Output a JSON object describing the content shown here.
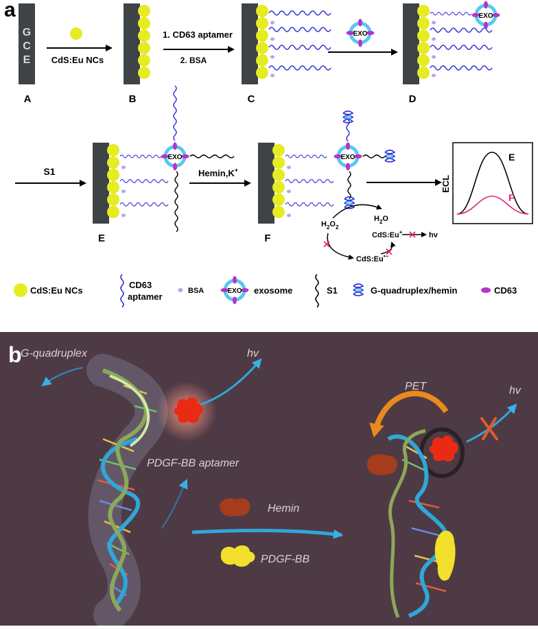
{
  "panel_a": {
    "letter": "a",
    "electrode_text": [
      "G",
      "C",
      "E"
    ],
    "stage_labels": [
      "A",
      "B",
      "C",
      "D",
      "E",
      "F"
    ],
    "arrow_ab": "CdS:Eu NCs",
    "arrow_bc_1": "1. CD63 aptamer",
    "arrow_bc_2": "2. BSA",
    "exo": "EXO",
    "arrow_s1": "S1",
    "arrow_hemin": "Hemin,K",
    "arrow_hemin_sup": "+",
    "ecl_axis": "ECL",
    "ecl_curve_e": "E",
    "ecl_curve_f": "F",
    "reaction": {
      "h2o2": "H",
      "h2o2_sub": "2",
      "h2o2_mid": "O",
      "h2o2_sub2": "2",
      "h2o": "H",
      "h2o_sub": "2",
      "h2o_tail": "O",
      "cds_eu_plus": "CdS:Eu",
      "cds_eu_plus_sup": "+",
      "cds_eu_minus": "CdS:Eu",
      "cds_eu_minus_sup": "•−",
      "hv": "hv"
    },
    "legend": {
      "cds": "CdS:Eu NCs",
      "aptamer_1": "CD63",
      "aptamer_2": "aptamer",
      "bsa": "BSA",
      "exo_icon": "EXO",
      "exosome": "exosome",
      "s1": "S1",
      "gq": "G-quadruplex/hemin",
      "cd63": "CD63"
    },
    "colors": {
      "electrode": "#3d4347",
      "nc": "#e6ec22",
      "aptamer": "#2f2fd6",
      "bsa": "#b9a3ee",
      "cd63": "#b534c9",
      "exo_ring": "#59c8ef",
      "curve_f": "#e0237a",
      "cross": "#e0237a"
    }
  },
  "panel_b": {
    "letter": "b",
    "g_quadruplex": "G-quadruplex",
    "hv_left": "hv",
    "pdgf_aptamer": "PDGF-BB aptamer",
    "hemin": "Hemin",
    "pdgf_bb": "PDGF-BB",
    "pet": "PET",
    "hv_right": "hv",
    "colors": {
      "background": "#4e3a44",
      "arrow": "#2f9fd3",
      "hemin": "#a53c1e",
      "pdgf": "#f2e02d",
      "pet": "#e8801c",
      "cross": "#e25a2d"
    }
  }
}
